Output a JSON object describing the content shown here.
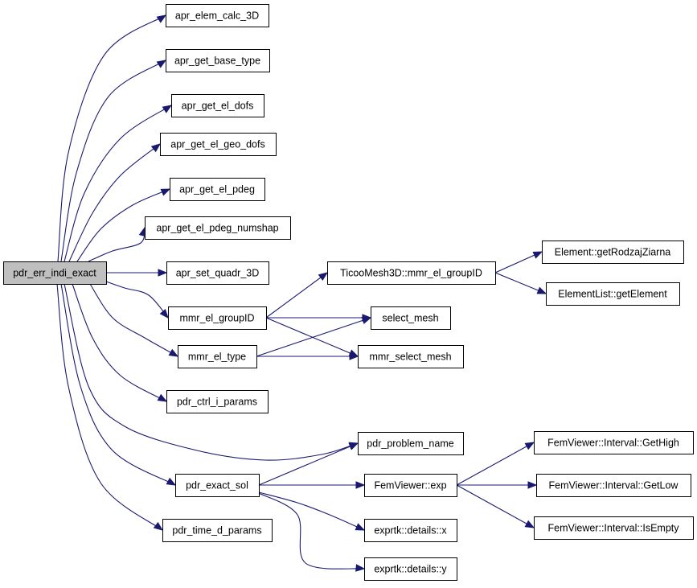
{
  "graph": {
    "nodes": {
      "root": "pdr_err_indi_exact",
      "apr_elem_calc_3D": "apr_elem_calc_3D",
      "apr_get_base_type": "apr_get_base_type",
      "apr_get_el_dofs": "apr_get_el_dofs",
      "apr_get_el_geo_dofs": "apr_get_el_geo_dofs",
      "apr_get_el_pdeg": "apr_get_el_pdeg",
      "apr_get_el_pdeg_numshap": "apr_get_el_pdeg_numshap",
      "apr_set_quadr_3D": "apr_set_quadr_3D",
      "mmr_el_groupID": "mmr_el_groupID",
      "mmr_el_type": "mmr_el_type",
      "pdr_ctrl_i_params": "pdr_ctrl_i_params",
      "pdr_exact_sol": "pdr_exact_sol",
      "pdr_time_d_params": "pdr_time_d_params",
      "ticoo_mmr_el_groupID": "TicooMesh3D::mmr_el_groupID",
      "select_mesh": "select_mesh",
      "mmr_select_mesh": "mmr_select_mesh",
      "pdr_problem_name": "pdr_problem_name",
      "femviewer_exp": "FemViewer::exp",
      "exprtk_x": "exprtk::details::x",
      "exprtk_y": "exprtk::details::y",
      "element_getRodzajZiarna": "Element::getRodzajZiarna",
      "elementlist_getElement": "ElementList::getElement",
      "interval_GetHigh": "FemViewer::Interval::GetHigh",
      "interval_GetLow": "FemViewer::Interval::GetLow",
      "interval_IsEmpty": "FemViewer::Interval::IsEmpty"
    },
    "edges": [
      [
        "root",
        "apr_elem_calc_3D"
      ],
      [
        "root",
        "apr_get_base_type"
      ],
      [
        "root",
        "apr_get_el_dofs"
      ],
      [
        "root",
        "apr_get_el_geo_dofs"
      ],
      [
        "root",
        "apr_get_el_pdeg"
      ],
      [
        "root",
        "apr_get_el_pdeg_numshap"
      ],
      [
        "root",
        "apr_set_quadr_3D"
      ],
      [
        "root",
        "mmr_el_groupID"
      ],
      [
        "root",
        "mmr_el_type"
      ],
      [
        "root",
        "pdr_ctrl_i_params"
      ],
      [
        "root",
        "pdr_problem_name"
      ],
      [
        "root",
        "pdr_exact_sol"
      ],
      [
        "root",
        "pdr_time_d_params"
      ],
      [
        "mmr_el_groupID",
        "ticoo_mmr_el_groupID"
      ],
      [
        "mmr_el_groupID",
        "select_mesh"
      ],
      [
        "mmr_el_groupID",
        "mmr_select_mesh"
      ],
      [
        "mmr_el_type",
        "select_mesh"
      ],
      [
        "mmr_el_type",
        "mmr_select_mesh"
      ],
      [
        "ticoo_mmr_el_groupID",
        "element_getRodzajZiarna"
      ],
      [
        "ticoo_mmr_el_groupID",
        "elementlist_getElement"
      ],
      [
        "pdr_exact_sol",
        "pdr_problem_name"
      ],
      [
        "pdr_exact_sol",
        "femviewer_exp"
      ],
      [
        "pdr_exact_sol",
        "exprtk_x"
      ],
      [
        "pdr_exact_sol",
        "exprtk_y"
      ],
      [
        "femviewer_exp",
        "interval_GetHigh"
      ],
      [
        "femviewer_exp",
        "interval_GetLow"
      ],
      [
        "femviewer_exp",
        "interval_IsEmpty"
      ]
    ]
  },
  "colors": {
    "edge": "#191970",
    "root_fill": "#bfbfbf",
    "node_fill": "#ffffff",
    "border": "#000000"
  }
}
